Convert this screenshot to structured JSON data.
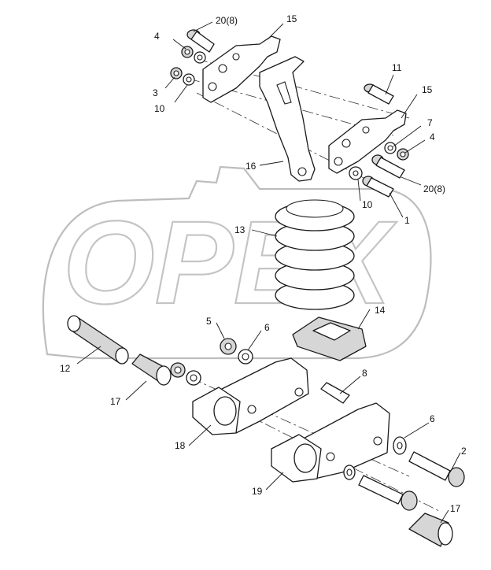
{
  "watermark": {
    "text": "OPEX"
  },
  "callouts": {
    "c20a": "20(8)",
    "c15a": "15",
    "c4a": "4",
    "c3": "3",
    "c10a": "10",
    "c11": "11",
    "c15b": "15",
    "c7": "7",
    "c4b": "4",
    "c16": "16",
    "c20b": "20(8)",
    "c10b": "10",
    "c1": "1",
    "c13": "13",
    "c14": "14",
    "c5": "5",
    "c6a": "6",
    "c12": "12",
    "c8": "8",
    "c17a": "17",
    "c18": "18",
    "c6b": "6",
    "c2": "2",
    "c19": "19",
    "c17b": "17"
  }
}
